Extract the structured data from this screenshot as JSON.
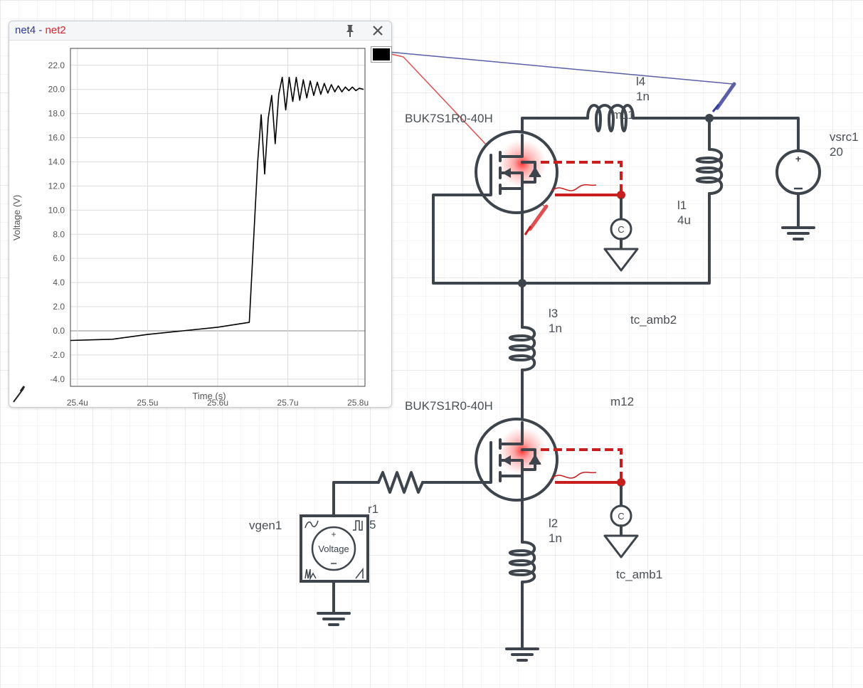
{
  "plot_window": {
    "title_a": "net4",
    "title_sep": " - ",
    "title_b": "net2",
    "pin_icon": "pin-icon",
    "close_icon": "close-icon",
    "probe_icon": "probe-icon"
  },
  "chart_data": {
    "type": "line",
    "xlabel": "Time (s)",
    "ylabel": "Voltage (V)",
    "xlim": [
      25.39,
      25.81
    ],
    "ylim": [
      -4.6,
      23.4
    ],
    "xticks": [
      "25.4u",
      "25.5u",
      "25.6u",
      "25.7u",
      "25.8u"
    ],
    "yticks": [
      "22.0",
      "20.0",
      "18.0",
      "16.0",
      "14.0",
      "12.0",
      "10.0",
      "8.0",
      "6.0",
      "4.0",
      "2.0",
      "0.0",
      "-2.0",
      "-4.0"
    ],
    "grid": true,
    "series": [
      {
        "color": "#000000",
        "x": [
          25.39,
          25.45,
          25.5,
          25.55,
          25.6,
          25.645,
          25.652,
          25.657,
          25.662,
          25.667,
          25.672,
          25.677,
          25.682,
          25.687,
          25.692,
          25.697,
          25.702,
          25.707,
          25.712,
          25.717,
          25.722,
          25.727,
          25.732,
          25.737,
          25.742,
          25.747,
          25.752,
          25.757,
          25.762,
          25.767,
          25.772,
          25.777,
          25.782,
          25.787,
          25.792,
          25.797,
          25.802,
          25.808
        ],
        "y": [
          -0.8,
          -0.7,
          -0.3,
          0.0,
          0.3,
          0.7,
          8.5,
          14.0,
          17.9,
          13.0,
          17.6,
          19.5,
          15.5,
          19.6,
          21.0,
          18.3,
          21.0,
          19.0,
          21.0,
          19.1,
          20.8,
          19.3,
          20.7,
          19.5,
          20.6,
          19.6,
          20.5,
          19.7,
          20.4,
          19.8,
          20.3,
          19.8,
          20.2,
          19.9,
          20.2,
          19.9,
          20.1,
          20.0
        ]
      }
    ]
  },
  "schematic": {
    "labels": {
      "l4_name": "l4",
      "l4_value": "1n",
      "m11": "m11",
      "vsrc1_name": "vsrc1",
      "vsrc1_value": "20",
      "mos_top": "BUK7S1R0-40H",
      "l1_name": "l1",
      "l1_value": "4u",
      "l3_name": "l3",
      "l3_value": "1n",
      "tc_amb2": "tc_amb2",
      "mos_bot": "BUK7S1R0-40H",
      "m12": "m12",
      "r1_name": "r1",
      "r1_value": "5",
      "vgen1": "vgen1",
      "vgen_text": "Voltage",
      "l2_name": "l2",
      "l2_value": "1n",
      "tc_amb1": "tc_amb1",
      "cap_top": "C",
      "cap_bot": "C"
    }
  }
}
